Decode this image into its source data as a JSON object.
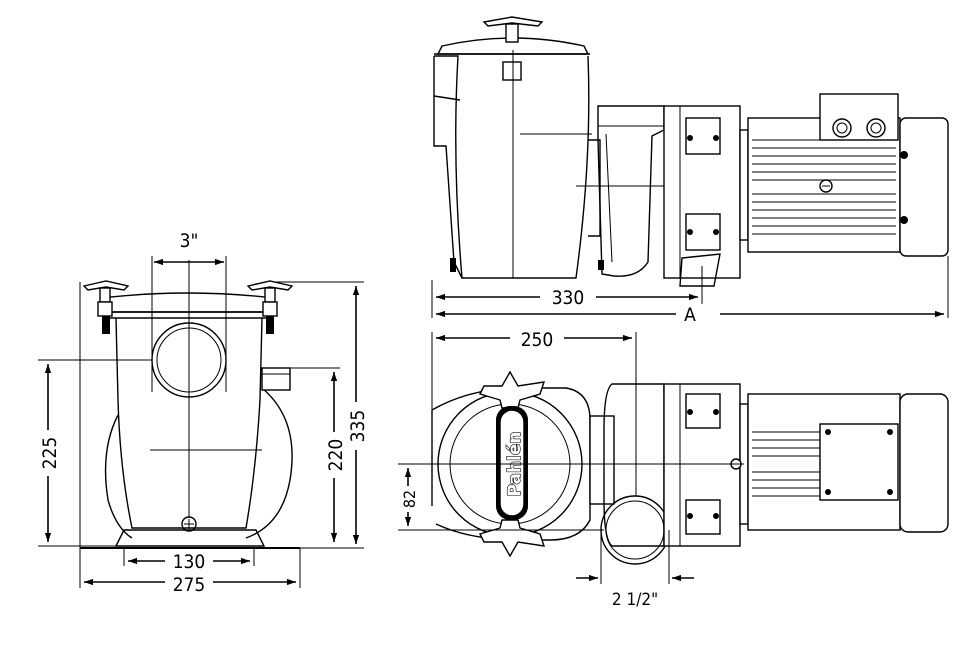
{
  "brand": "Pahlén",
  "dimensions": {
    "front_inlet": "3\"",
    "front_height_225": "225",
    "front_height_220": "220",
    "front_height_335": "335",
    "front_base_inner": "130",
    "front_base_outer": "275",
    "side_length_330": "330",
    "side_length_A": "A",
    "top_length_250": "250",
    "top_offset_82": "82",
    "top_outlet": "2 1/2\""
  }
}
